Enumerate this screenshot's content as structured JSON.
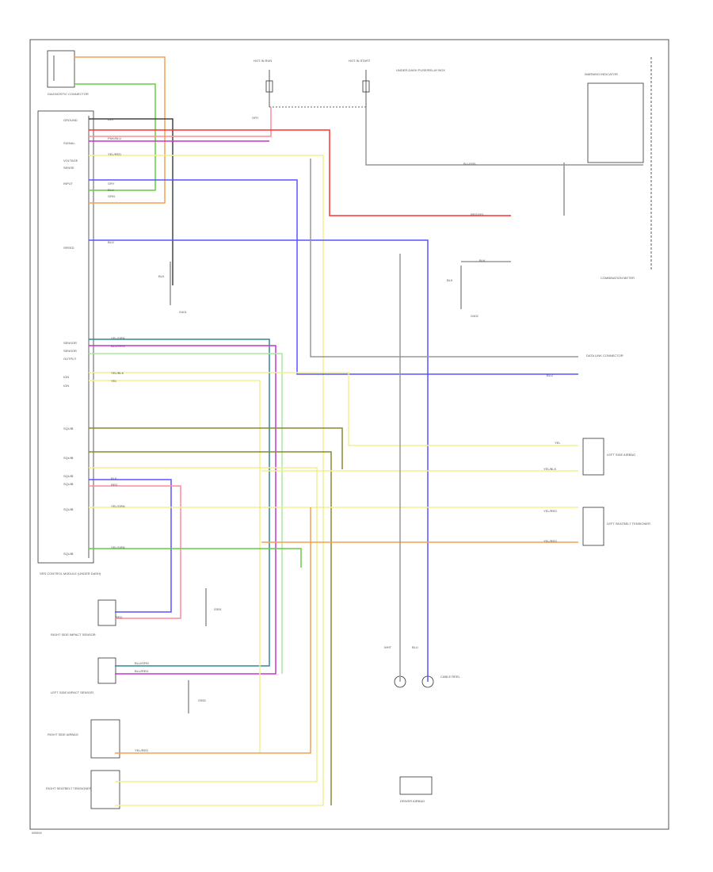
{
  "colors": {
    "grey": "#999999",
    "dark": "#444444",
    "pink": "#ff8a9a",
    "red": "#ff3030",
    "magenta": "#cc33cc",
    "yellow": "#f0f090",
    "blue": "#5555ff",
    "green": "#66cc44",
    "orange": "#f5a050",
    "teal": "#338899",
    "olive": "#888833",
    "lightgreen": "#a8e8a0"
  },
  "diagram": {
    "footer_code": "W0094",
    "components": {
      "diagnostic_connector": "DIAGNOSTIC CONNECTOR",
      "control_module": "SRS CONTROL MODULE (UNDER DASH)",
      "fuse_hot_run": "HOT IN RUN",
      "fuse_hot_start": "HOT IN START",
      "fuse_box_desc": "UNDER-DASH FUSE/RELAY BOX",
      "warning_indicator": "WARNING INDICATOR",
      "combination_meter": "COMBINATION METER",
      "ground_g401": "G401",
      "ground_g402": "G402",
      "data_link_connector": "DATA LINK CONNECTOR",
      "left_side_airbag": "LEFT SIDE AIRBAG",
      "left_seatbelt_tensioner": "LEFT SEATBELT TENSIONER",
      "right_side_impact_sensor": "RIGHT SIDE IMPACT SENSOR",
      "left_side_impact_sensor": "LEFT SIDE IMPACT SENSOR",
      "right_side_airbag": "RIGHT SIDE AIRBAG",
      "right_seatbelt_tensioner": "RIGHT SEATBELT TENSIONER",
      "cable_reel": "CABLE REEL",
      "driver_airbag": "DRIVER AIRBAG",
      "ground_g551": "G551",
      "ground_g552": "G552"
    },
    "pin_labels": [
      "GROUND",
      "SIGNAL",
      "VOLTAGE",
      "SENSE",
      "INPUT",
      "SPEED",
      "SENSOR",
      "SENSOR",
      "OUTPUT",
      "IGN",
      "IGN",
      "SQUIB",
      "SQUIB",
      "SQUIB",
      "SQUIB",
      "SQUIB",
      "SQUIB"
    ],
    "wire_labels": [
      "BLK",
      "PNK/BLU",
      "YEL/RED",
      "GRY",
      "BLU",
      "GRN",
      "BLU",
      "YEL/GRN",
      "BLU/GRN",
      "YEL/BLK",
      "YEL",
      "RED",
      "BLK",
      "YEL/GRN",
      "YEL/GRN",
      "YEL/RED",
      "YEL",
      "YEL/BLK",
      "YEL/RED",
      "YEL/RED",
      "BLU/GRN",
      "BLU/RED",
      "RED",
      "GRY",
      "BLU",
      "BLU/YEL",
      "RED/YEL",
      "BLK",
      "BLK",
      "BLK",
      "WHT",
      "BLU"
    ]
  }
}
